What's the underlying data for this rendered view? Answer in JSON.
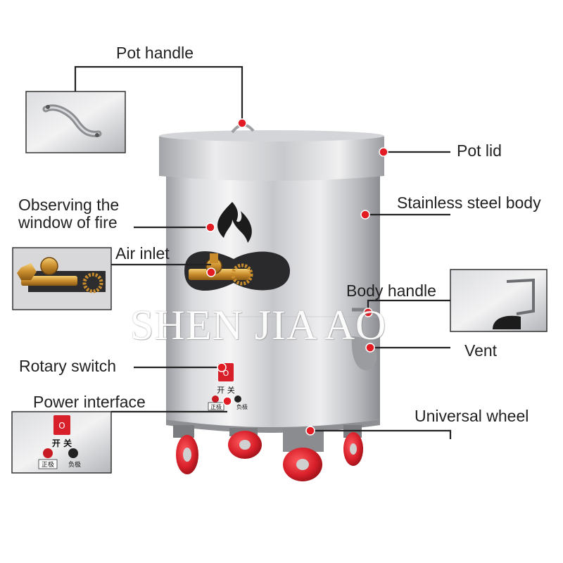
{
  "labels": {
    "pot_handle": "Pot handle",
    "pot_lid": "Pot lid",
    "observing_line1": "Observing the",
    "observing_line2": "window of fire",
    "stainless_body": "Stainless steel body",
    "air_inlet": "Air inlet",
    "body_handle": "Body handle",
    "vent": "Vent",
    "rotary_switch": "Rotary switch",
    "power_interface": "Power interface",
    "universal_wheel": "Universal wheel"
  },
  "watermark": "SHEN JIA AO",
  "panel": {
    "switch_label": "开 关",
    "positive": "正极",
    "negative": "负极"
  },
  "colors": {
    "marker": "#e31b23",
    "leader_line": "#222222",
    "steel_light": "#e8e8ea",
    "steel_dark": "#8e9095",
    "wheel_red": "#d8202a"
  }
}
